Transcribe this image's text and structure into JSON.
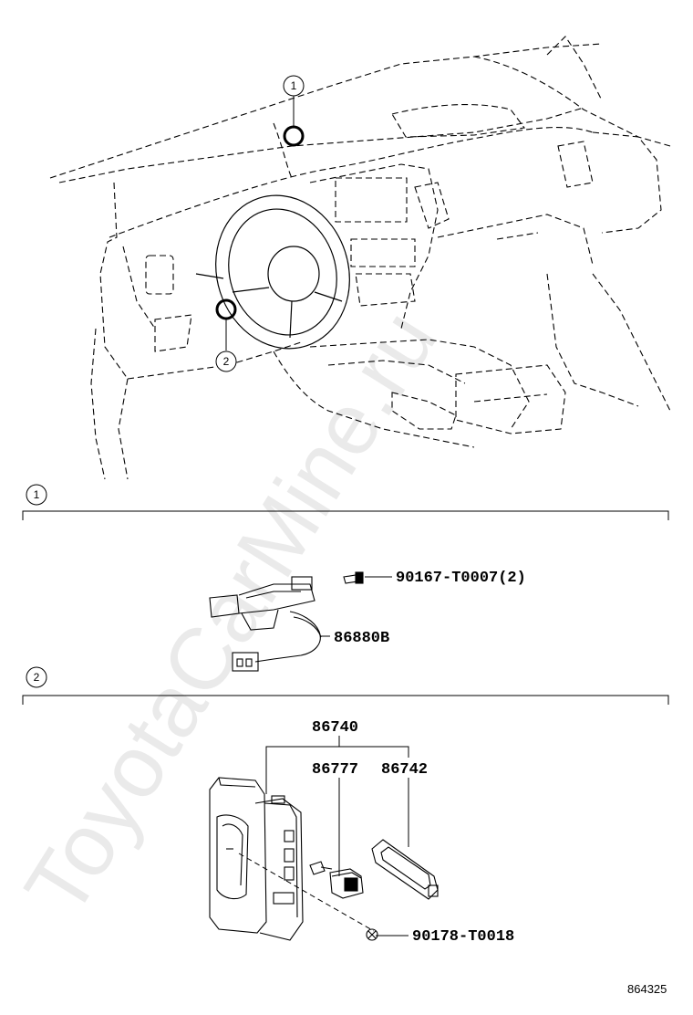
{
  "watermark": "ToyotaCarMine.ru",
  "callouts": {
    "one": "1",
    "two": "2"
  },
  "section1": {
    "marker": "1",
    "parts": {
      "bolt": "90167-T0007(2)",
      "sensor": "86880B"
    }
  },
  "section2": {
    "marker": "2",
    "parts": {
      "assembly": "86740",
      "sub_a": "86777",
      "sub_b": "86742",
      "screw": "90178-T0018"
    }
  },
  "diagram_id": "864325"
}
